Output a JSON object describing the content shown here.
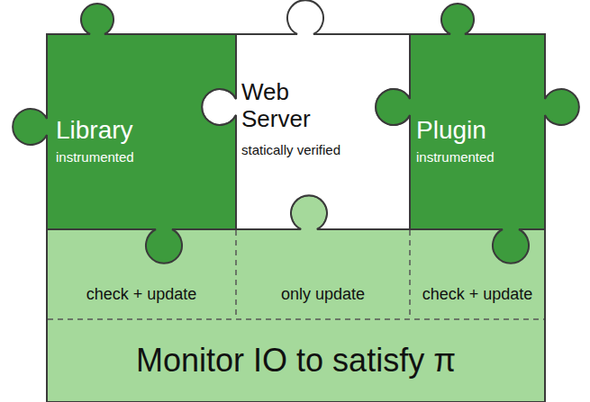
{
  "diagram": {
    "nodes": [
      {
        "text": [
          "Library",
          "instrumented"
        ]
      },
      {
        "text": [
          "Web Server",
          "statically verified"
        ]
      },
      {
        "text": [
          "Plugin",
          "instrumented"
        ]
      },
      {
        "text": [
          "check + update"
        ]
      },
      {
        "text": [
          "only update"
        ]
      },
      {
        "text": [
          "check + update"
        ]
      },
      {
        "text": [
          "Monitor IO to satisfy π"
        ]
      }
    ]
  }
}
